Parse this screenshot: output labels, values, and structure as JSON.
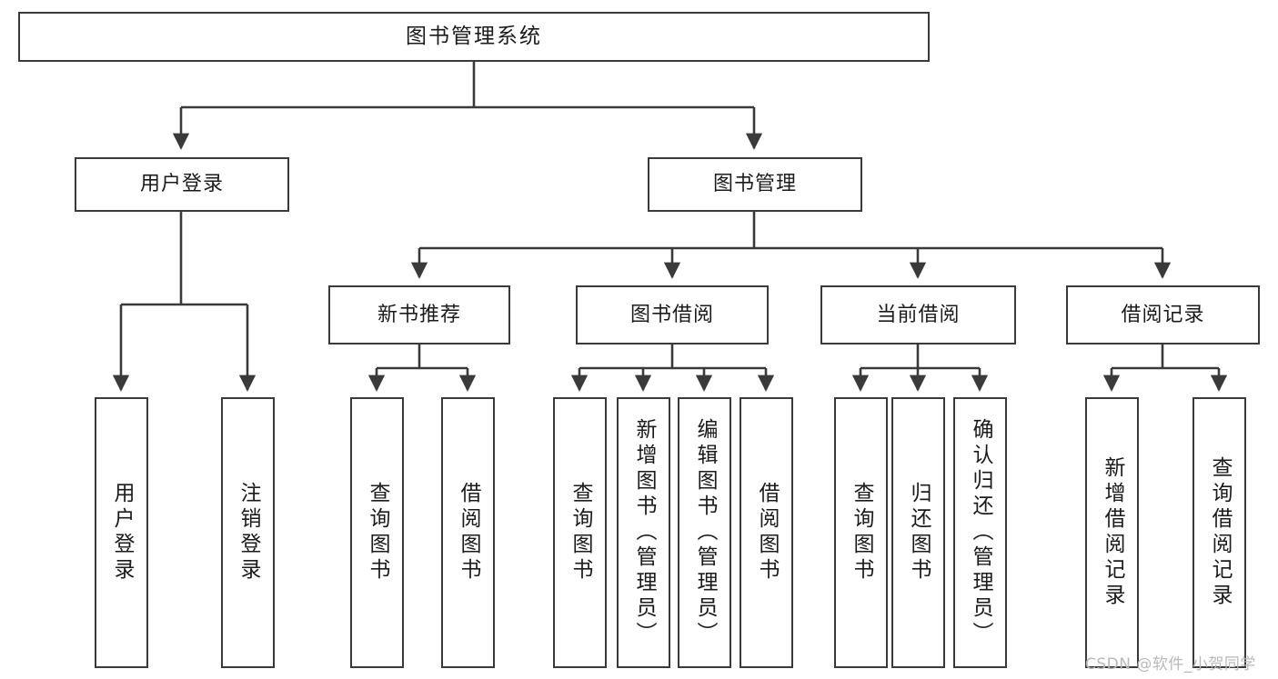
{
  "diagram": {
    "title": "图书管理系统",
    "type": "tree-hierarchy",
    "watermark": "CSDN @软件_小贺同学",
    "colors": {
      "background": "#ffffff",
      "box_border": "#3a3a3a",
      "box_fill": "#ffffff",
      "connector": "#3a3a3a",
      "text": "#1b1b1b",
      "watermark": "#b9b9b9"
    },
    "nodes": {
      "root": {
        "label": "图书管理系统"
      },
      "level1": [
        {
          "label": "用户登录"
        },
        {
          "label": "图书管理"
        }
      ],
      "level2": [
        {
          "label": "新书推荐"
        },
        {
          "label": "图书借阅"
        },
        {
          "label": "当前借阅"
        },
        {
          "label": "借阅记录"
        }
      ],
      "leaves_user_login": [
        {
          "label": "用户登录"
        },
        {
          "label": "注销登录"
        }
      ],
      "leaves_new_book": [
        {
          "label": "查询图书"
        },
        {
          "label": "借阅图书"
        }
      ],
      "leaves_borrow": [
        {
          "label": "查询图书"
        },
        {
          "label": "新增图书（管理员）"
        },
        {
          "label": "编辑图书（管理员）"
        },
        {
          "label": "借阅图书"
        }
      ],
      "leaves_current": [
        {
          "label": "查询图书"
        },
        {
          "label": "归还图书"
        },
        {
          "label": "确认归还（管理员）"
        }
      ],
      "leaves_records": [
        {
          "label": "新增借阅记录"
        },
        {
          "label": "查询借阅记录"
        }
      ]
    }
  }
}
